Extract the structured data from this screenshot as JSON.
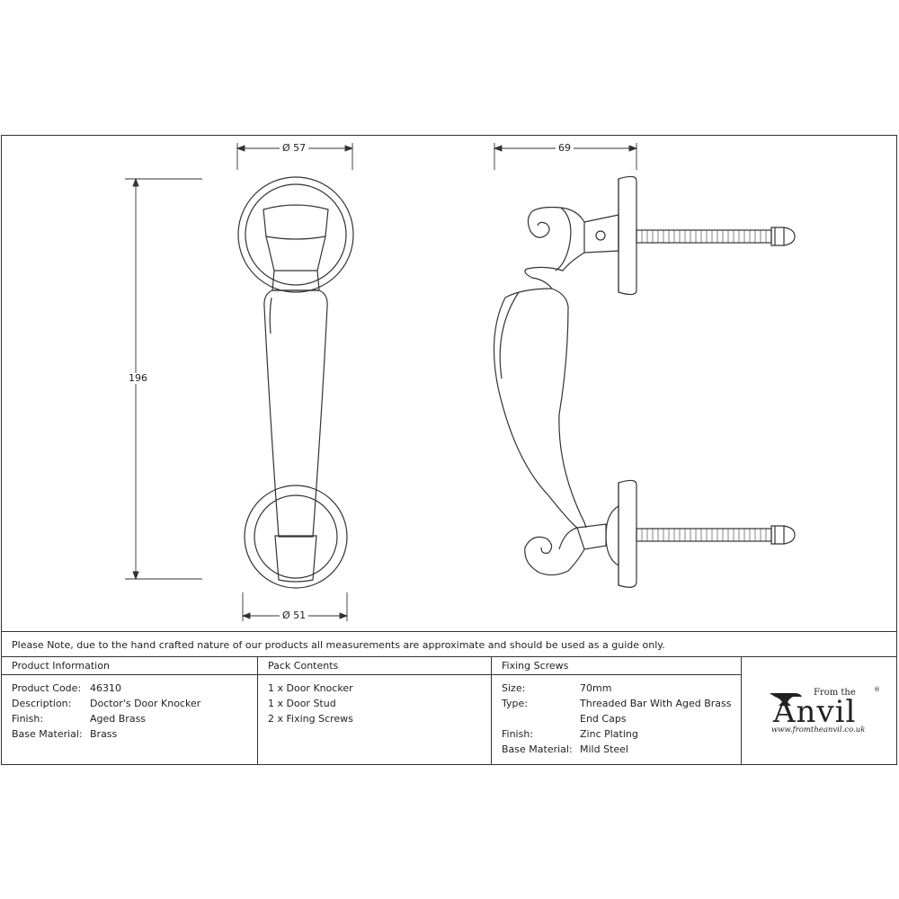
{
  "dimensions": {
    "top_left": "Ø 57",
    "height": "196",
    "bottom_left": "Ø 51",
    "projection": "69"
  },
  "note": "Please Note, due to the hand crafted nature of our products all measurements are approximate and should be used as a guide only.",
  "product_information": {
    "heading": "Product Information",
    "rows": [
      {
        "key": "Product Code:",
        "value": "46310"
      },
      {
        "key": "Description:",
        "value": "Doctor's Door Knocker"
      },
      {
        "key": "Finish:",
        "value": "Aged Brass"
      },
      {
        "key": "Base Material:",
        "value": "Brass"
      }
    ]
  },
  "pack_contents": {
    "heading": "Pack Contents",
    "items": [
      "1 x Door Knocker",
      "1 x Door Stud",
      "2 x Fixing Screws"
    ]
  },
  "fixing_screws": {
    "heading": "Fixing Screws",
    "rows": [
      {
        "key": "Size:",
        "value": "70mm"
      },
      {
        "key": "Type:",
        "value": "Threaded Bar With Aged Brass"
      },
      {
        "key": "",
        "value": "End Caps"
      },
      {
        "key": "Finish:",
        "value": "Zinc Plating"
      },
      {
        "key": "Base Material:",
        "value": "Mild Steel"
      }
    ]
  },
  "logo": {
    "from_the": "From the",
    "brand": "Anvil",
    "registered": "®",
    "url": "www.fromtheanvil.co.uk"
  },
  "colors": {
    "line": "#333333",
    "background": "#ffffff",
    "text": "#222222"
  }
}
